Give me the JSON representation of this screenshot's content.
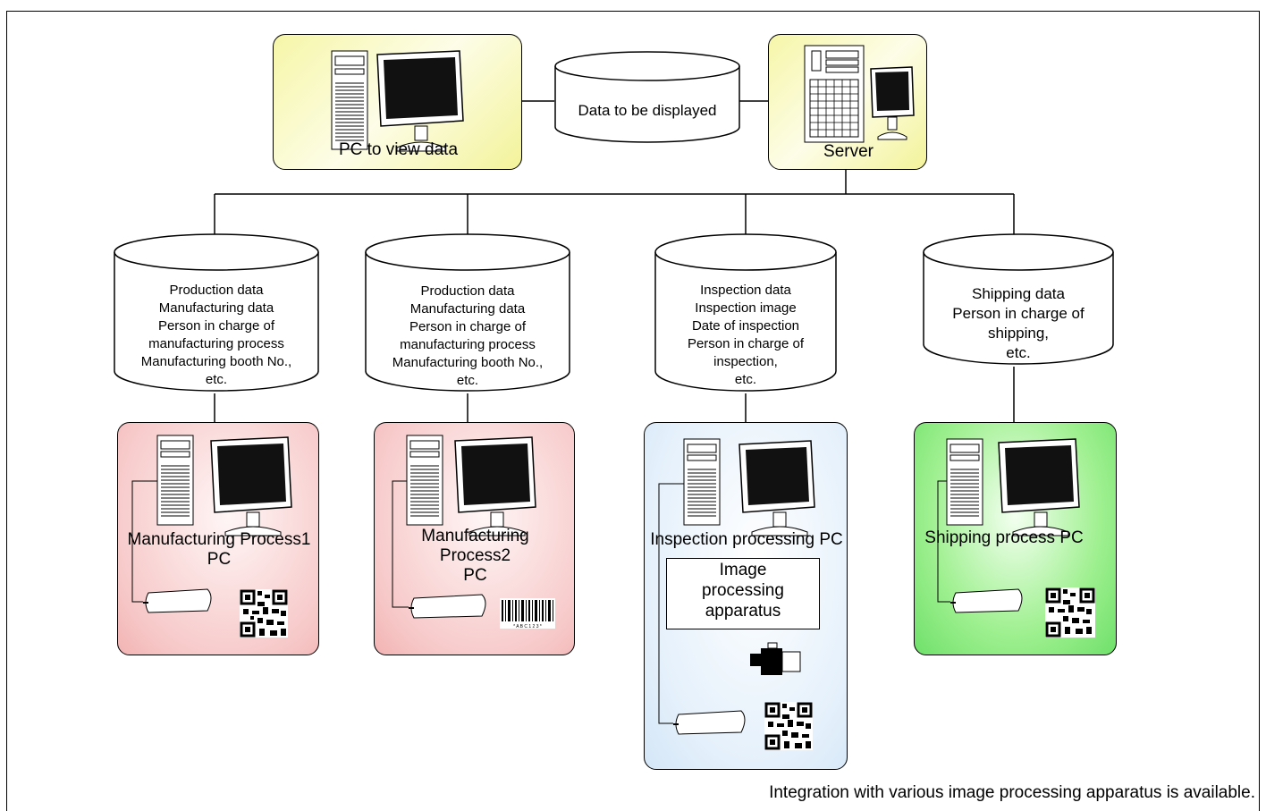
{
  "top": {
    "pc_view_label": "PC to view data",
    "database_label": "Data to be displayed",
    "server_label": "Server"
  },
  "databases": [
    {
      "lines": "Production data\nManufacturing data\nPerson in charge of\nmanufacturing process\nManufacturing booth No.,\netc."
    },
    {
      "lines": "Production data\nManufacturing data\nPerson in charge of\nmanufacturing process\nManufacturing booth No.,\netc."
    },
    {
      "lines": "Inspection data\nInspection image\nDate of inspection\nPerson in charge of\ninspection,\netc."
    },
    {
      "lines": "Shipping data\nPerson in charge of\nshipping,\netc."
    }
  ],
  "stations": [
    {
      "label": "Manufacturing Process1\nPC",
      "color": "#f5c0c0"
    },
    {
      "label": "Manufacturing\nProcess2\nPC",
      "color": "#f5c0c0"
    },
    {
      "label": "Inspection processing PC",
      "color": "#dcebf8"
    },
    {
      "label": "Shipping process PC",
      "color": "#84e67c"
    }
  ],
  "image_processing": {
    "label": "Image\nprocessing\napparatus"
  },
  "barcode_text": "* A B C 1 2 3 *",
  "footer_note": "Integration with various image processing apparatus is available."
}
